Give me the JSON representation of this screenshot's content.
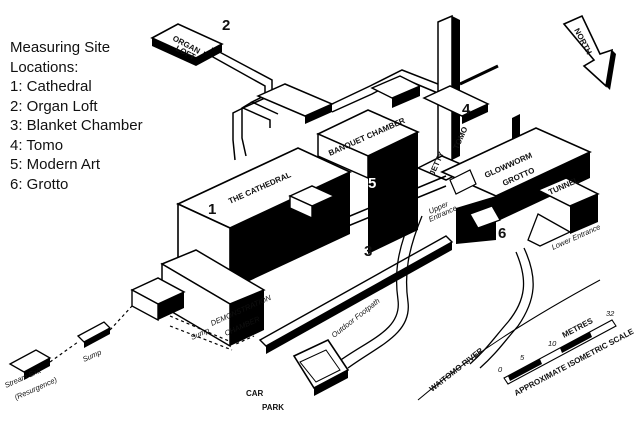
{
  "legend": {
    "title_line1": "Measuring Site",
    "title_line2": "Locations:",
    "items": [
      "1: Cathedral",
      "2: Organ Loft",
      "3: Blanket Chamber",
      "4: Tomo",
      "5: Modern Art",
      "6: Grotto"
    ]
  },
  "numbers": {
    "n1": "1",
    "n2": "2",
    "n3": "3",
    "n4": "4",
    "n5": "5",
    "n6": "6"
  },
  "labels": {
    "organ": "ORGAN",
    "loft": "LOFT",
    "cathedral": "THE CATHEDRAL",
    "banquet": "BANQUET CHAMBER",
    "jetty": "JETTY",
    "tomo": "TOMO",
    "glowworm": "GLOWWORM",
    "grotto": "GROTTO",
    "tunnel": "TUNNEL",
    "upper": "Upper",
    "entrance": "Entrance",
    "lower_entrance": "Lower Entrance",
    "demonstration": "DEMONSTRATION",
    "chamber": "CHAMBER",
    "sump1": "Sump",
    "sump2": "Sump",
    "stream_exit": "Stream Exit",
    "resurgence": "(Resurgence)",
    "footpath": "Outdoor Footpath",
    "car": "CAR",
    "park": "PARK",
    "river": "WAITOMO RIVER",
    "north": "NORTH",
    "scale_caption": "APPROXIMATE ISOMETRIC SCALE",
    "metres": "METRES",
    "s0": "0",
    "s5": "5",
    "s10": "10",
    "s32": "32"
  }
}
